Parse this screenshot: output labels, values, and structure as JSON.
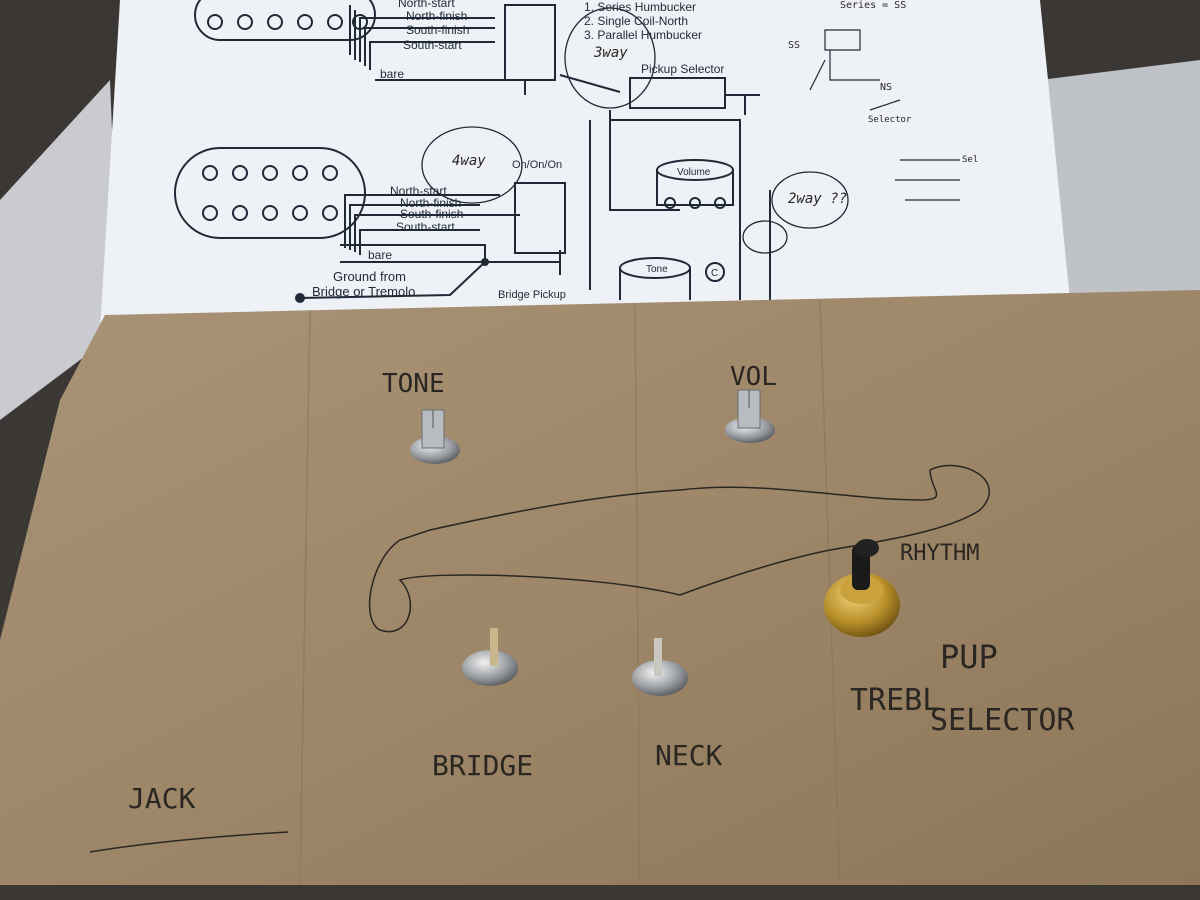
{
  "diagram": {
    "top_wire_labels": [
      "North-start",
      "North-finish",
      "South-finish",
      "South-start",
      "bare"
    ],
    "options": [
      "1. Series Humbucker",
      "2. Single Coil-North",
      "3. Parallel Humbucker"
    ],
    "pickup_selector": "Pickup Selector",
    "switch_type": "On/On/On",
    "bottom_wire_labels": [
      "North-start",
      "North-finish",
      "South-finish",
      "South-start",
      "bare"
    ],
    "ground_label_1": "Ground from",
    "ground_label_2": "Bridge or Tremolo",
    "bridge_pickup": "Bridge Pickup",
    "volume": "Volume",
    "tone": "Tone",
    "capacitor": "C",
    "notes": {
      "three_way": "3way",
      "four_way": "4way",
      "two_way": "2way ??",
      "series": "Series = SS",
      "ss": "SS",
      "ns": "NS",
      "selector": "Selector",
      "sel": "Sel"
    }
  },
  "board_labels": {
    "tone": "TONE",
    "vol": "VOL",
    "rhythm": "RHYTHM",
    "pup": "PUP",
    "trebl": "TREBL",
    "selector": "SELECTOR",
    "bridge": "BRIDGE",
    "neck": "NECK",
    "jack": "JACK"
  },
  "colors": {
    "cardboard": "#a08a6c",
    "paper": "#eef1f6",
    "ink": "#1f2a36",
    "brass": "#b8902a"
  }
}
